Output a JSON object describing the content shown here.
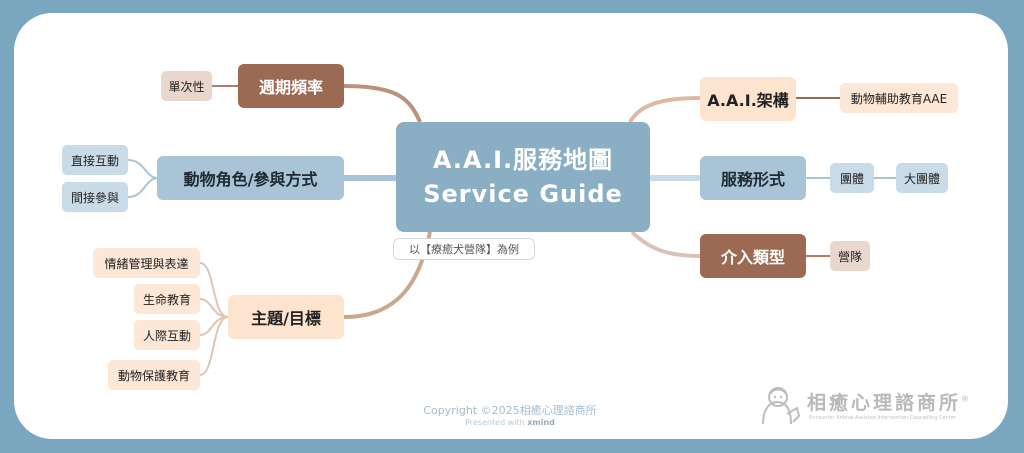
{
  "central": {
    "line1": "A.A.I.服務地圖",
    "line2": "Service Guide"
  },
  "note": "以【療癒犬營隊】為例",
  "branches": {
    "frequency": {
      "label": "週期頻率",
      "children": [
        "單次性"
      ]
    },
    "roles": {
      "label": "動物角色/參與方式",
      "children": [
        "直接互動",
        "間接參與"
      ]
    },
    "topics": {
      "label": "主題/目標",
      "children": [
        "情緒管理與表達",
        "生命教育",
        "人際互動",
        "動物保護教育"
      ]
    },
    "framework": {
      "label": "A.A.I.架構",
      "children": [
        "動物輔助教育AAE"
      ]
    },
    "service": {
      "label": "服務形式",
      "children": [
        "團體",
        "大團體"
      ]
    },
    "intervention": {
      "label": "介入類型",
      "children": [
        "營隊"
      ]
    }
  },
  "footer": {
    "copyright": "Copyright ©2025相癒心理諮商所",
    "presented_prefix": "Presented with",
    "presented_brand": "xmind"
  },
  "logo": {
    "name": "相癒心理諮商所",
    "registered": "®",
    "subtitle": "Encounter Animal-Assisted Intervention Counseling Center"
  },
  "colors": {
    "background": "#7aa6bf",
    "central": "#8aaec4",
    "brown": "#9c6a52",
    "blue": "#a8c4d6",
    "peach": "#fde4cf"
  }
}
